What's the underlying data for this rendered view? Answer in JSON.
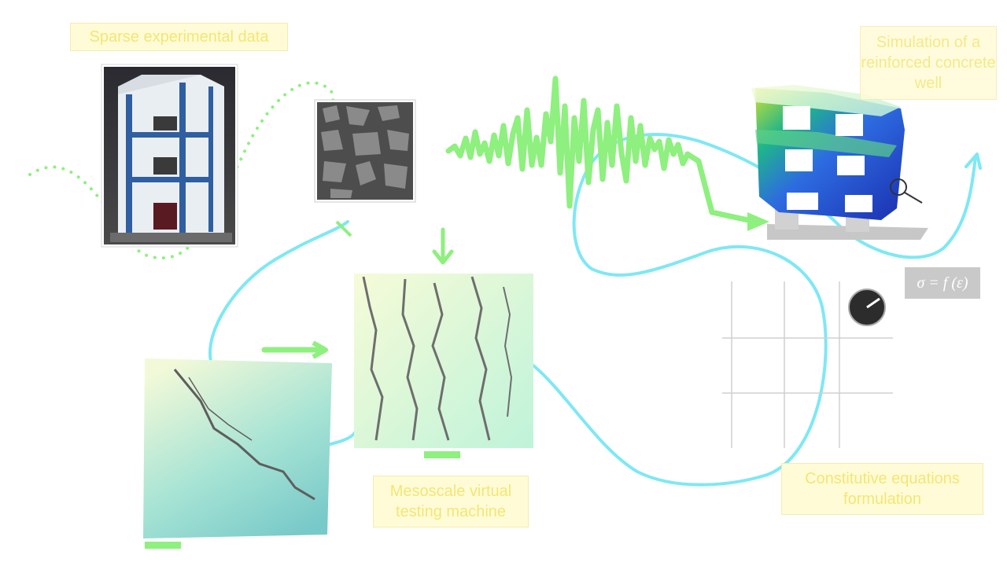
{
  "labels": {
    "sparse_data": "Sparse experimental data",
    "simulation": "Simulation of a reinforced concrete well",
    "mesoscale": "Mesoscale virtual testing machine",
    "constitutive": "Constitutive equations formulation",
    "formula": "σ = f (ε)"
  },
  "colors": {
    "cyan_path": "#7ee8f4",
    "green": "#8ef07e",
    "label_bg": "#fffbd6",
    "label_text": "#f2e775"
  }
}
